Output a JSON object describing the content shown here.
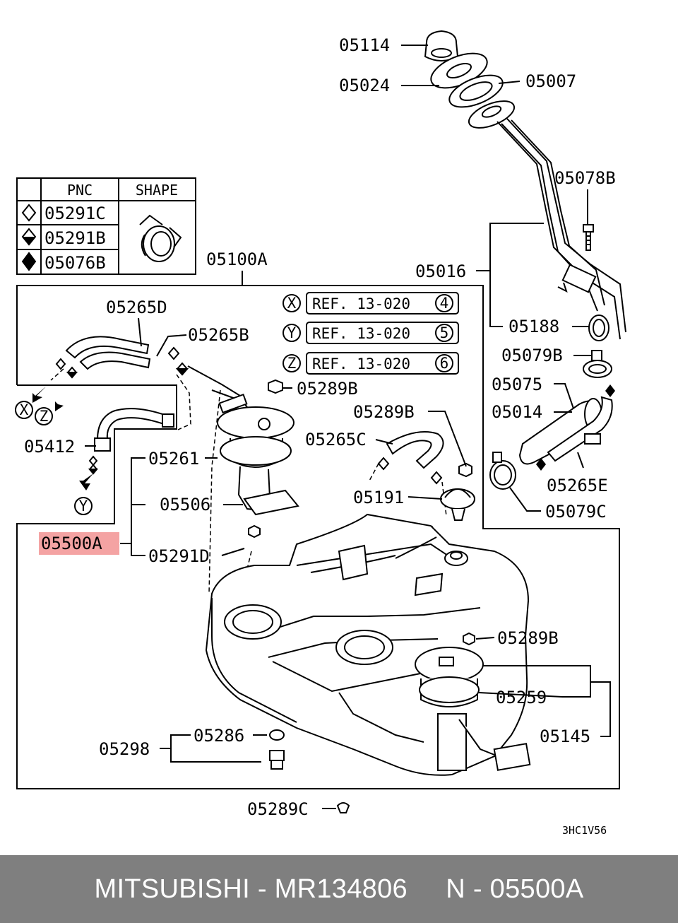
{
  "legend": {
    "header_pnc": "PNC",
    "header_shape": "SHAPE",
    "rows": [
      {
        "symbol": "outline-diamond-icon",
        "pnc": "05291C"
      },
      {
        "symbol": "half-filled-diamond-icon",
        "pnc": "05291B"
      },
      {
        "symbol": "filled-diamond-icon",
        "pnc": "05076B"
      }
    ]
  },
  "references": [
    {
      "marker": "X",
      "text": "REF. 13-020",
      "page": "4"
    },
    {
      "marker": "Y",
      "text": "REF. 13-020",
      "page": "5"
    },
    {
      "marker": "Z",
      "text": "REF. 13-020",
      "page": "6"
    }
  ],
  "callouts": {
    "p05114": "05114",
    "p05024": "05024",
    "p05007": "05007",
    "p05078B": "05078B",
    "p05100A": "05100A",
    "p05016": "05016",
    "p05265D": "05265D",
    "p05265B": "05265B",
    "p05188": "05188",
    "p05079B": "05079B",
    "p05289B_1": "05289B",
    "p05075": "05075",
    "p05289B_2": "05289B",
    "p05014": "05014",
    "p05265C": "05265C",
    "p05412": "05412",
    "p05261": "05261",
    "p05265E": "05265E",
    "p05191": "05191",
    "p05506": "05506",
    "p05079C": "05079C",
    "p05500A": "05500A",
    "p05291D": "05291D",
    "p05289B_3": "05289B",
    "p05259": "05259",
    "p05145": "05145",
    "p05286": "05286",
    "p05298": "05298",
    "p05289C": "05289C"
  },
  "view_markers": {
    "x": "X",
    "y": "Y",
    "z": "Z"
  },
  "highlight_color": "#f4a3a3",
  "diagram_code": "3HC1V56",
  "footer": {
    "brand": "MITSUBISHI",
    "separator": " - ",
    "part_number": "MR134806",
    "position_label": "N - 05500A"
  }
}
